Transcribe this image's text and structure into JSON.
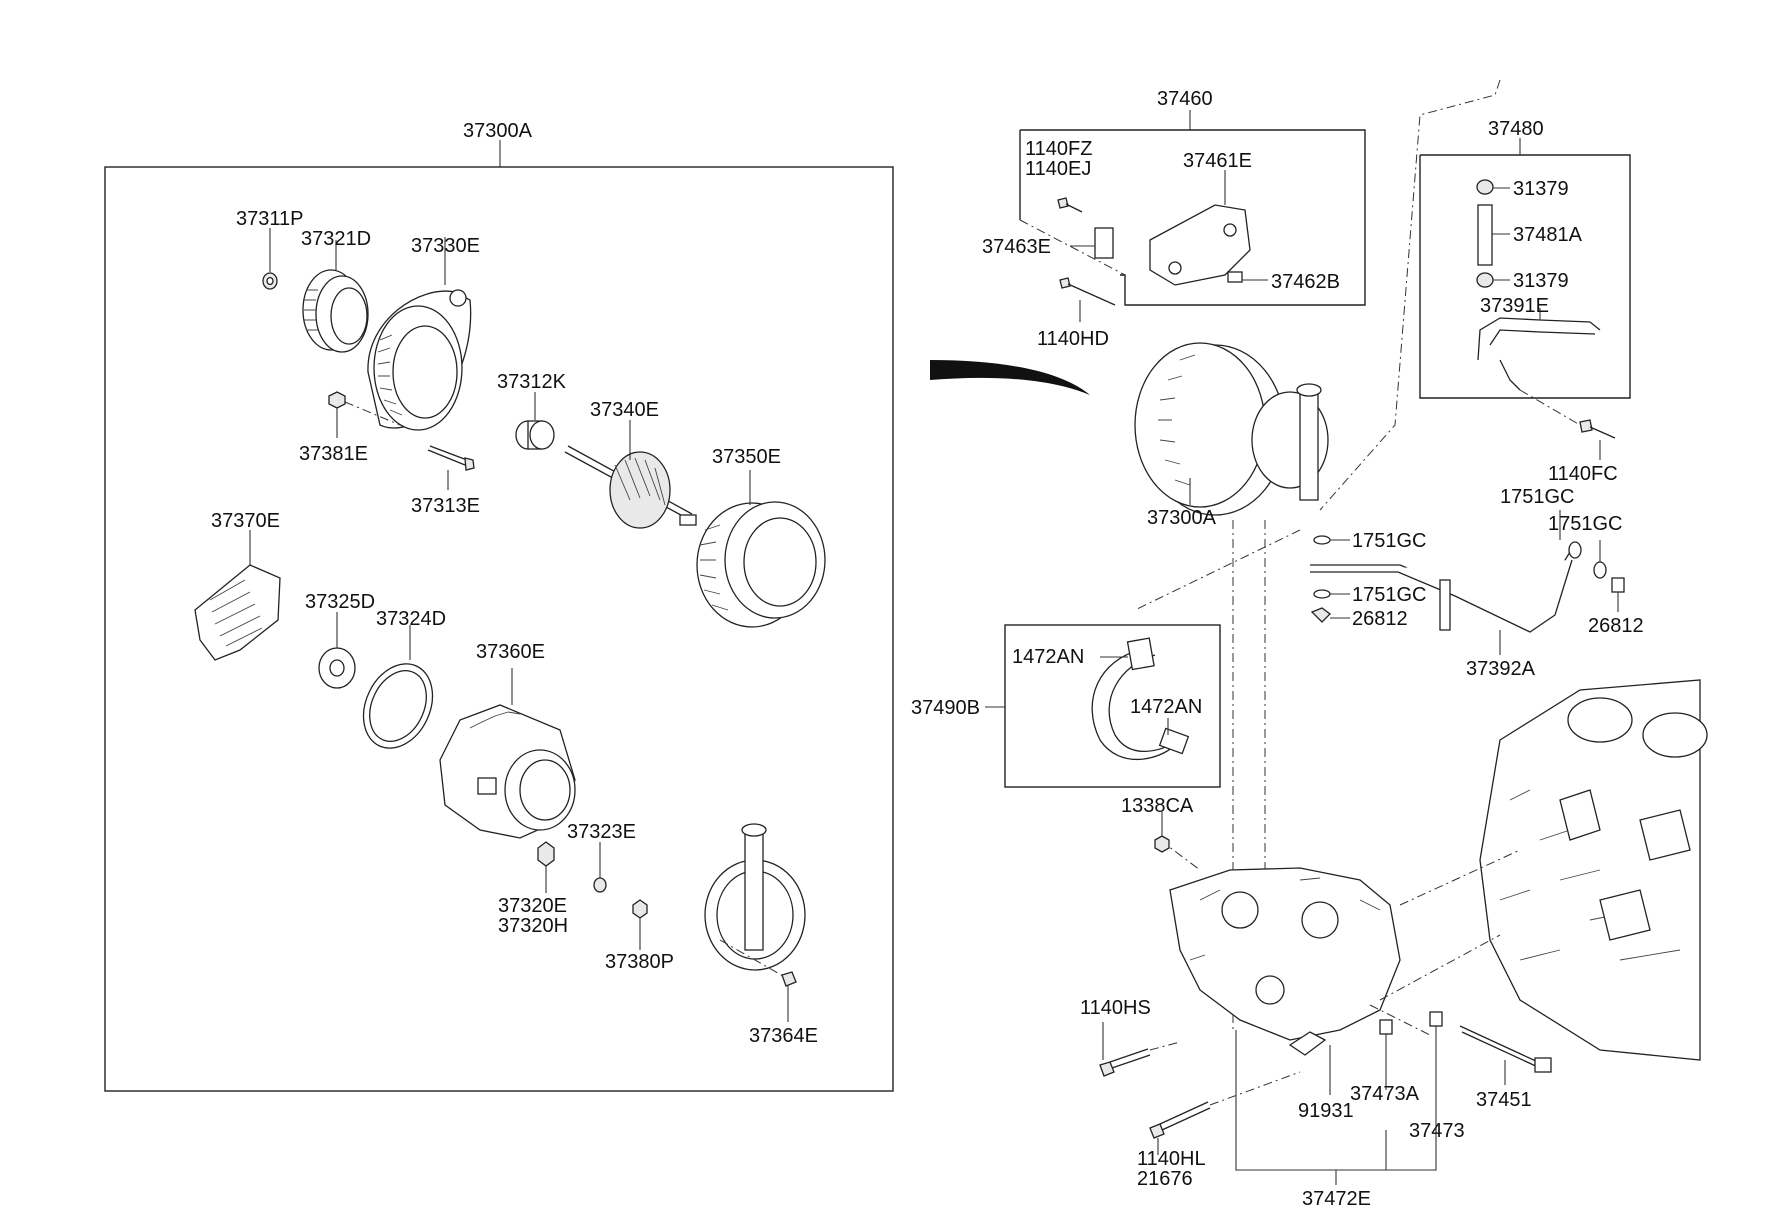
{
  "diagram": {
    "labels": {
      "p37300A_box": "37300A",
      "p37311P": "37311P",
      "p37321D": "37321D",
      "p37330E": "37330E",
      "p37312K": "37312K",
      "p37340E": "37340E",
      "p37381E": "37381E",
      "p37313E": "37313E",
      "p37350E": "37350E",
      "p37370E": "37370E",
      "p37325D": "37325D",
      "p37324D": "37324D",
      "p37360E": "37360E",
      "p37323E": "37323E",
      "p37320E": "37320E",
      "p37320H": "37320H",
      "p37380P": "37380P",
      "p37364E": "37364E",
      "p37460": "37460",
      "p1140FZ": "1140FZ",
      "p1140EJ": "1140EJ",
      "p37461E": "37461E",
      "p37463E": "37463E",
      "p37462B": "37462B",
      "p1140HD": "1140HD",
      "p37300A_assy": "37300A",
      "p37480": "37480",
      "p31379_a": "31379",
      "p37481A": "37481A",
      "p31379_b": "31379",
      "p37391E": "37391E",
      "p1140FC": "1140FC",
      "p1751GC_a": "1751GC",
      "p1751GC_b": "1751GC",
      "p1751GC_c": "1751GC",
      "p1751GC_d": "1751GC",
      "p26812_a": "26812",
      "p26812_b": "26812",
      "p37392A": "37392A",
      "p1472AN_a": "1472AN",
      "p1472AN_b": "1472AN",
      "p37490B": "37490B",
      "p1338CA": "1338CA",
      "p1140HS": "1140HS",
      "p91931": "91931",
      "p37473A": "37473A",
      "p37473": "37473",
      "p37451": "37451",
      "p1140HL": "1140HL",
      "p21676": "21676",
      "p37472E": "37472E"
    }
  }
}
